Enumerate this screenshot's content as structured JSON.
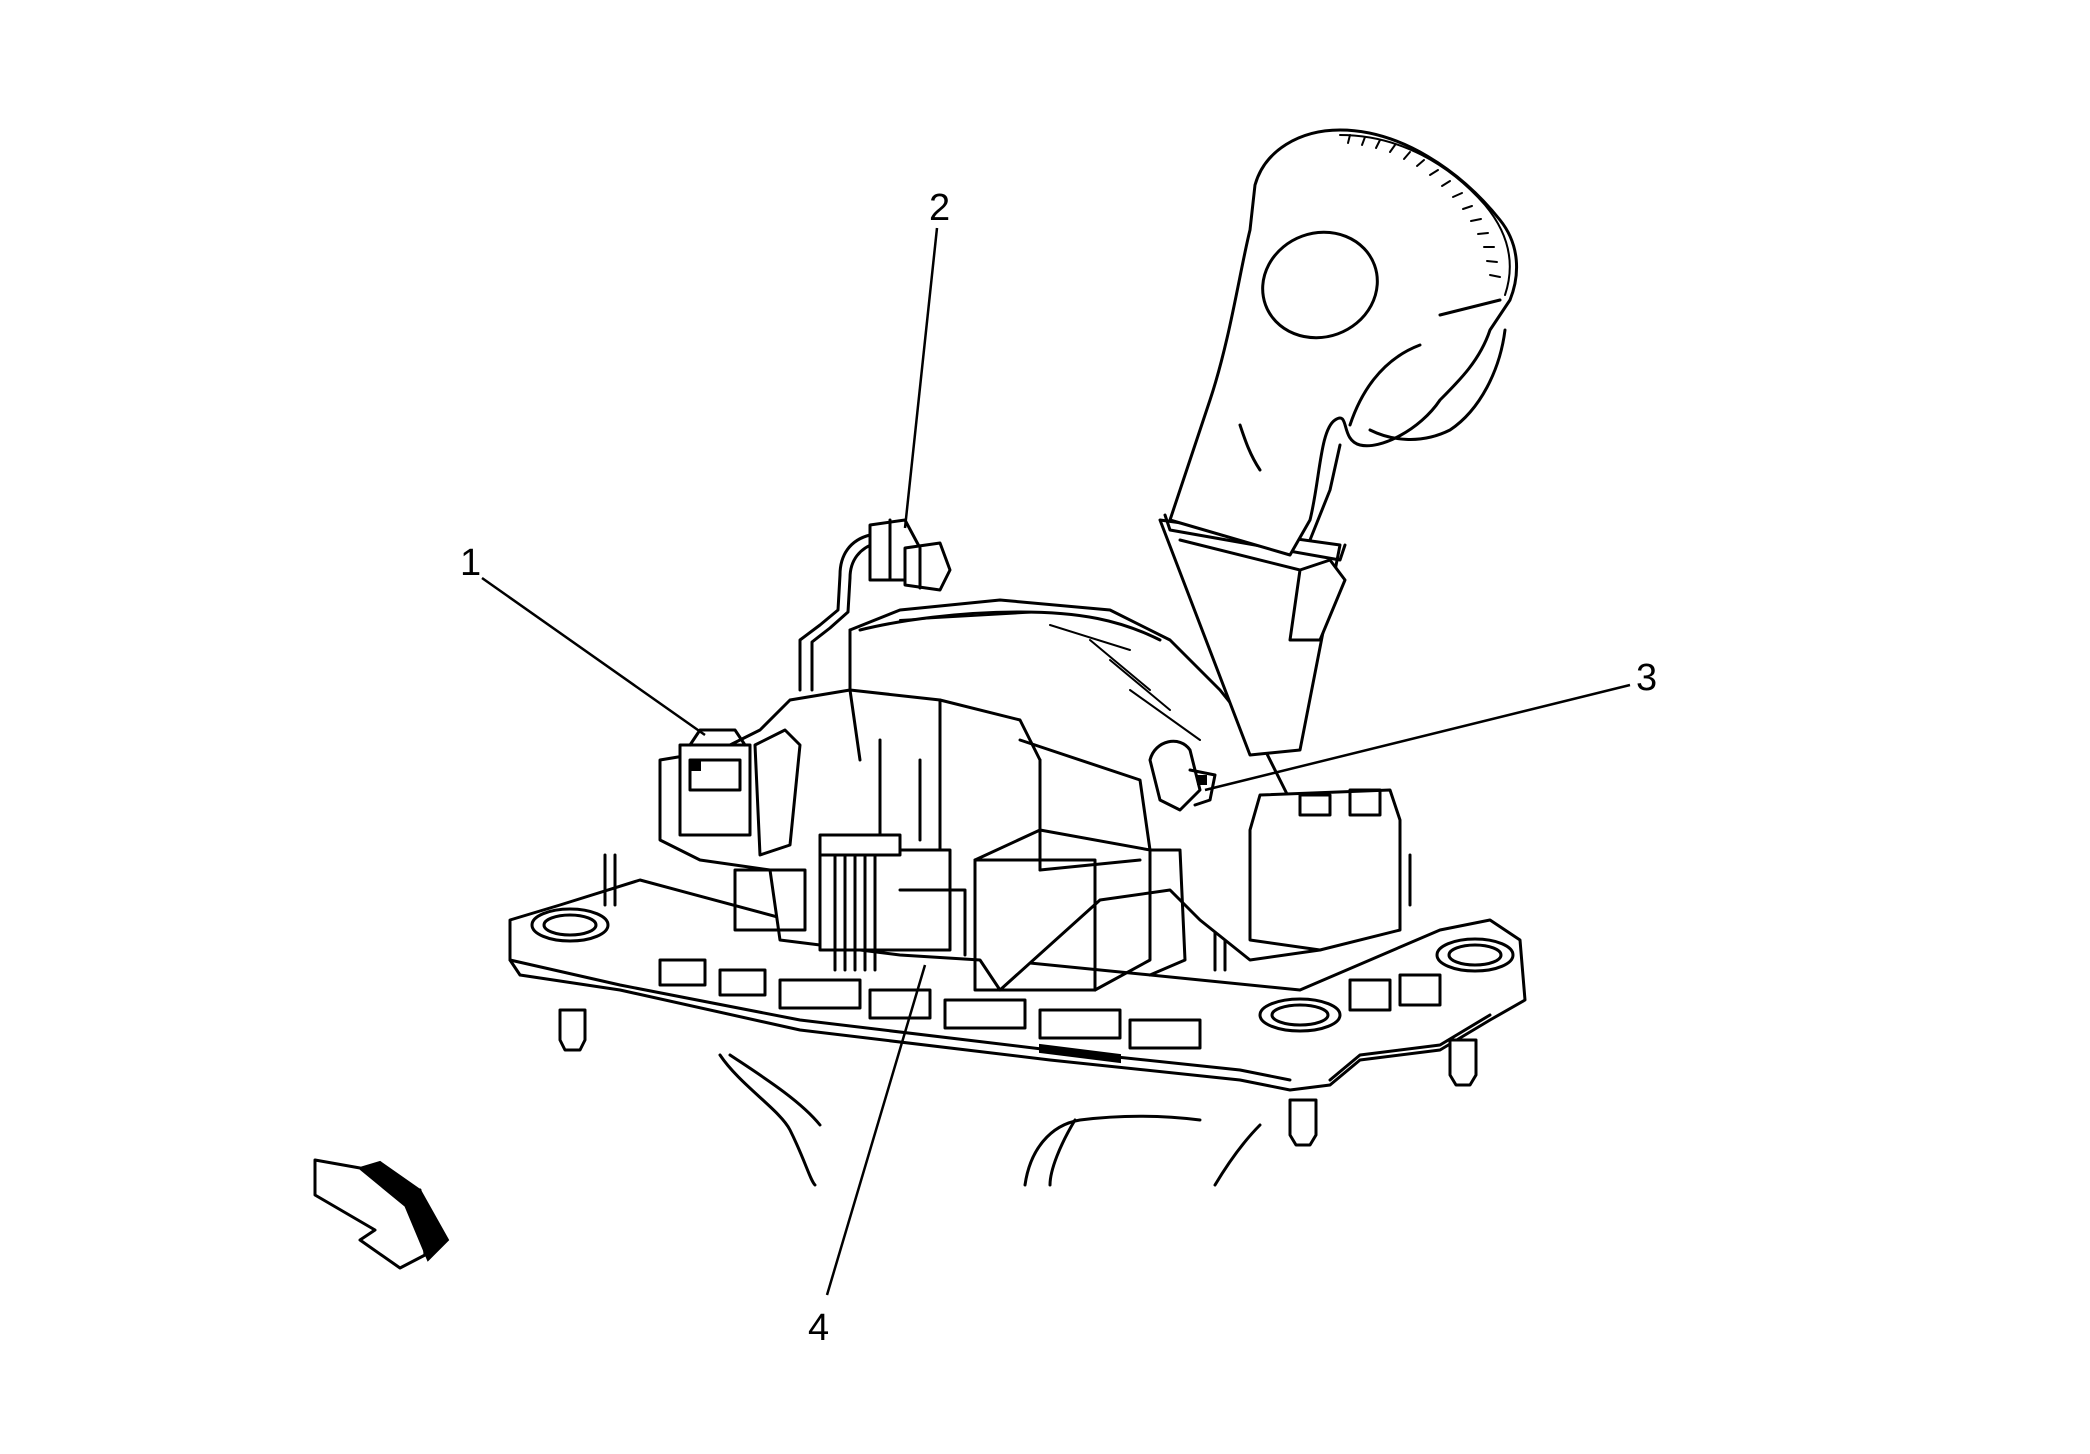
{
  "callouts": [
    {
      "id": "1",
      "label": "1"
    },
    {
      "id": "2",
      "label": "2"
    },
    {
      "id": "3",
      "label": "3"
    },
    {
      "id": "4",
      "label": "4"
    }
  ],
  "colors": {
    "line": "#000000",
    "background": "#ffffff"
  },
  "icons": {
    "view_arrow": "view-direction-arrow-icon"
  }
}
